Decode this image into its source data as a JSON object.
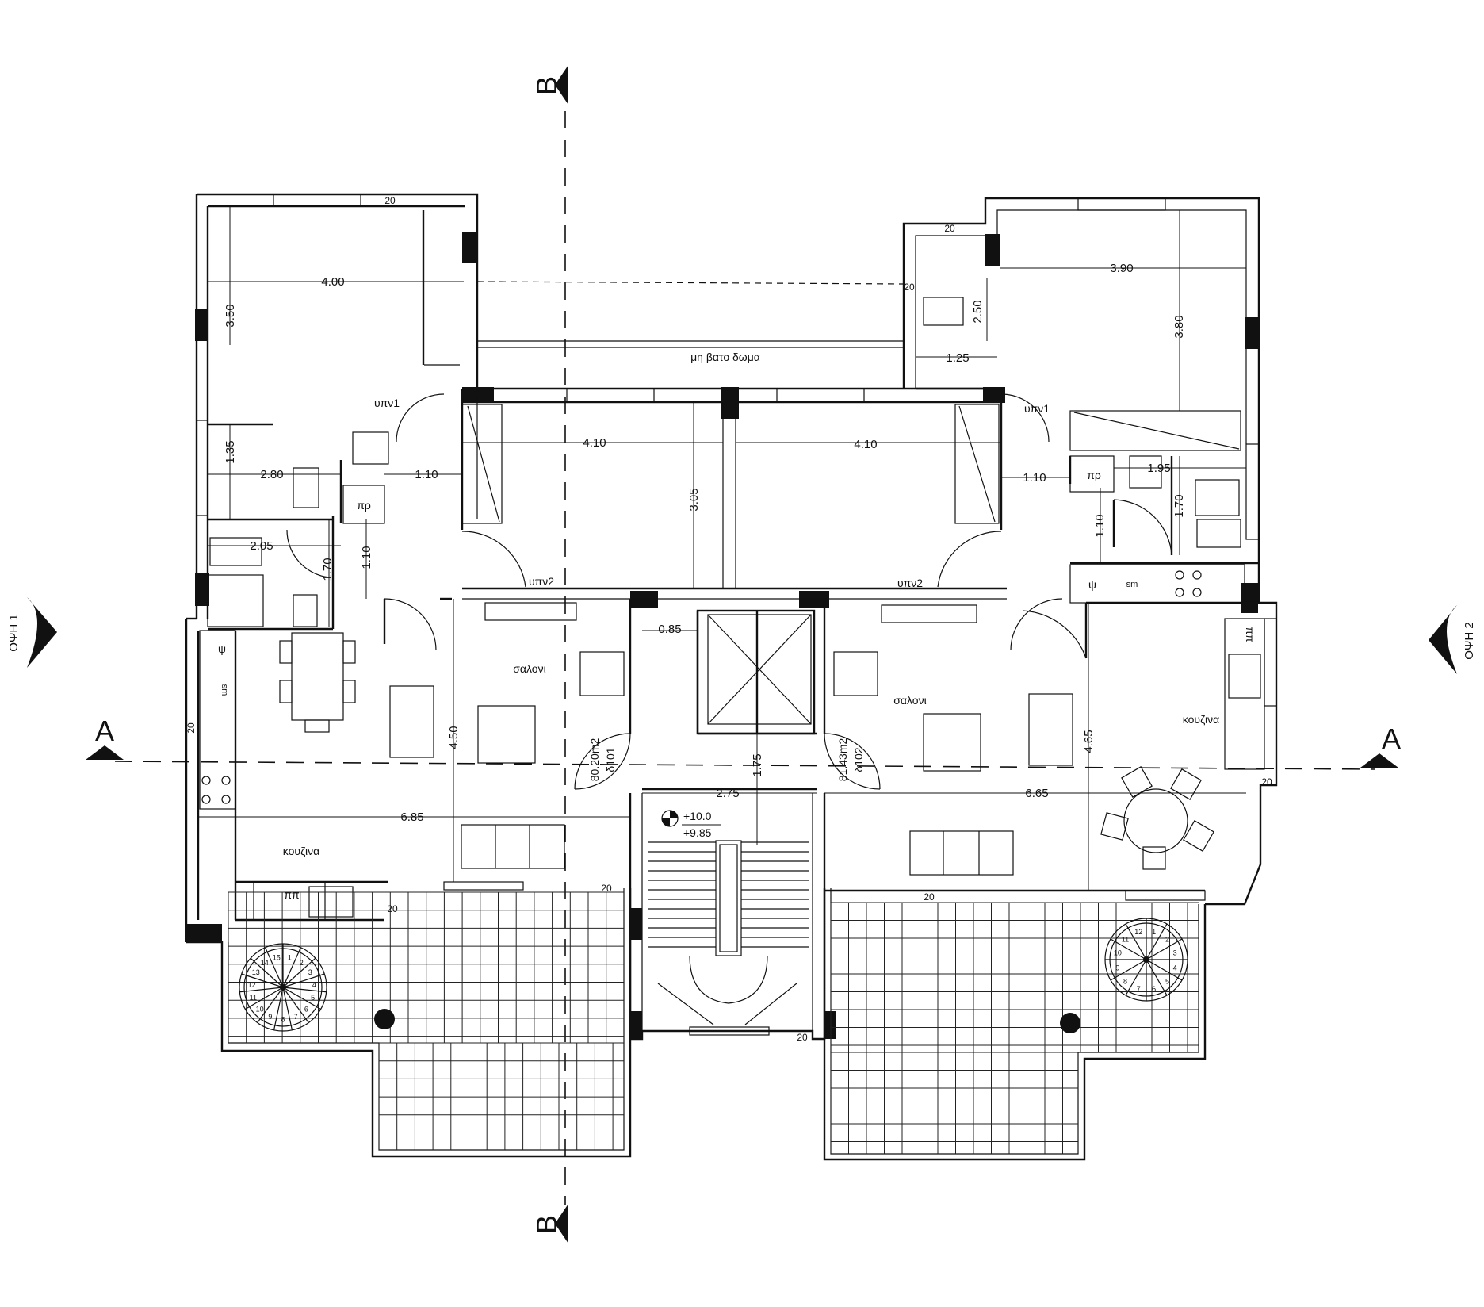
{
  "rooms": {
    "left_bedroom1": "υπν1",
    "right_bedroom1": "υπν1",
    "left_bedroom2": "υπν2",
    "right_bedroom2": "υπν2",
    "left_living": "σαλονι",
    "right_living": "σαλονι",
    "left_kitchen": "κουζινα",
    "right_kitchen": "κουζινα",
    "roof_strip": "μη βατο δωμα",
    "left_fridge": "πρ",
    "right_fridge": "πρ",
    "left_washer": "ψ",
    "right_washer": "ψ",
    "left_sink": "sm",
    "right_sink": "sm",
    "left_stove": "ππ",
    "right_stove": "ππ"
  },
  "dimensions": {
    "d_4_00": "4.00",
    "d_3_50": "3.50",
    "d_1_35": "1.35",
    "d_2_80": "2.80",
    "d_2_05": "2.05",
    "d_1_70_left": "1.70",
    "d_1_10_left_v": "1.10",
    "d_1_10_left_h": "1.10",
    "d_4_10_left": "4.10",
    "d_4_10_right": "4.10",
    "d_3_05": "3.05",
    "d_3_90": "3.90",
    "d_3_80": "3.80",
    "d_2_50": "2.50",
    "d_1_25": "1.25",
    "d_1_95": "1.95",
    "d_1_70_right": "1.70",
    "d_1_10_right_h": "1.10",
    "d_1_10_right_v": "1.10",
    "d_0_85": "0.85",
    "d_4_50": "4.50",
    "d_6_85": "6.85",
    "d_2_75": "2.75",
    "d_1_75": "1.75",
    "d_4_65": "4.65",
    "d_6_65": "6.65",
    "w20_a": "20",
    "w20_b": "20",
    "w20_c": "20",
    "w20_d": "20",
    "w20_e": "20",
    "w20_f": "20",
    "w20_g": "20",
    "w20_h": "20",
    "w20_i": "20"
  },
  "areas": {
    "left_area": "80.20m2",
    "left_code": "δ101",
    "right_area": "81.43m2",
    "right_code": "δ102"
  },
  "levels": {
    "level_top": "+10.0",
    "level_bottom": "+9.85"
  },
  "sections": {
    "b_top": "B",
    "b_bottom": "B",
    "a_left": "A",
    "a_right": "A",
    "view1": "ΟΨΗ 1",
    "view2": "ΟΨΗ 2"
  },
  "stairs_left": [
    "1",
    "2",
    "3",
    "4",
    "5",
    "6",
    "7",
    "8",
    "9",
    "10",
    "11",
    "12",
    "13",
    "14",
    "15"
  ],
  "stairs_right": [
    "1",
    "2",
    "3",
    "4",
    "5",
    "6",
    "7",
    "8",
    "9",
    "10",
    "11",
    "12"
  ]
}
